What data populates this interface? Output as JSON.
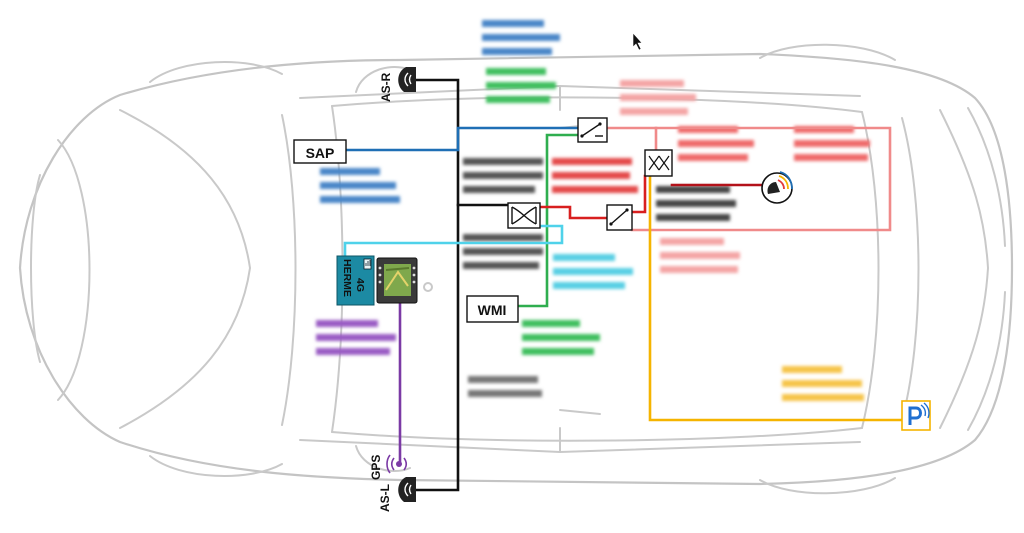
{
  "labels": {
    "as_r": "AS-R",
    "as_l": "AS-L",
    "gps": "GPS",
    "sap": "SAP",
    "wmi": "WMI",
    "hermes_name": "HERME",
    "hermes_band": "4G"
  },
  "colors": {
    "car_outline": "#c9c9c9",
    "wire_black": "#111111",
    "wire_blue": "#1f6fb5",
    "wire_green": "#2fae4f",
    "wire_cyan": "#4fd2ea",
    "wire_red": "#d81f1f",
    "wire_darkred": "#b3121a",
    "wire_pink": "#f08a8a",
    "wire_yellow": "#f5b400",
    "wire_purple": "#7b3aa5",
    "hermes_box": "#1c8aa3",
    "parking_icon": "#1f6fd1"
  },
  "icons": {
    "as_r": "car-antenna-icon",
    "as_l": "car-antenna-icon",
    "gps": "gps-antenna-icon",
    "roof": "roof-antenna-icon",
    "parking": "parking-sensor-icon",
    "navigation": "navigation-device-icon",
    "cursor": "mouse-cursor-icon"
  }
}
